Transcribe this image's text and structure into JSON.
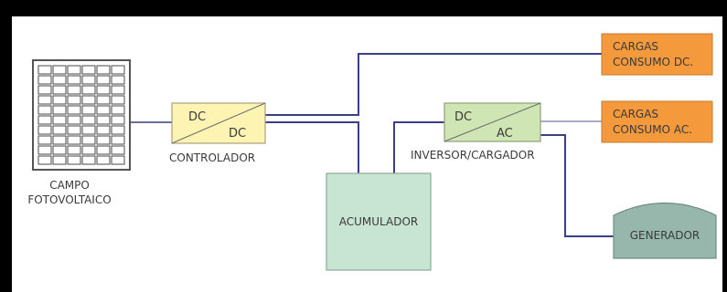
{
  "diagram": {
    "solar_panel": {
      "label_line1": "CAMPO",
      "label_line2": "FOTOVOLTAICO"
    },
    "controller": {
      "input": "DC",
      "output": "DC",
      "label": "CONTROLADOR",
      "fill": "#fdf3b3",
      "stroke": "#a9a080"
    },
    "accumulator": {
      "label": "ACUMULADOR",
      "fill": "#c8e4d2",
      "stroke": "#8fa89a"
    },
    "inverter": {
      "input": "DC",
      "output": "AC",
      "label": "INVERSOR/CARGADOR",
      "fill": "#cfe6b4",
      "stroke": "#8fa07a"
    },
    "dc_loads": {
      "line1": "CARGAS",
      "line2": "CONSUMO DC.",
      "fill": "#f59a3c",
      "stroke": "#c57a2c"
    },
    "ac_loads": {
      "line1": "CARGAS",
      "line2": "CONSUMO AC.",
      "fill": "#f59a3c",
      "stroke": "#c57a2c"
    },
    "generator": {
      "label": "GENERADOR",
      "fill": "#97b7ad",
      "stroke": "#6f8d85"
    },
    "colors": {
      "background": "#ffffff",
      "frame": "#000000",
      "wire_dark": "#3b3f86",
      "wire_light": "#8b8fb8"
    }
  }
}
